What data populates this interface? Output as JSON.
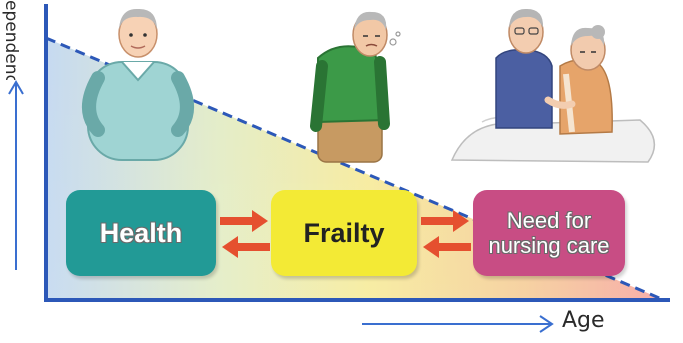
{
  "axes": {
    "y_label": "ependence",
    "x_label": "Age"
  },
  "stages": {
    "health": "Health",
    "frailty": "Frailty",
    "care_line1": "Need for",
    "care_line2": "nursing care"
  },
  "colors": {
    "health": "#229a96",
    "frailty": "#f3ea35",
    "care": "#c84d84",
    "axis": "#2c58b8",
    "arrow": "#e5502f"
  }
}
